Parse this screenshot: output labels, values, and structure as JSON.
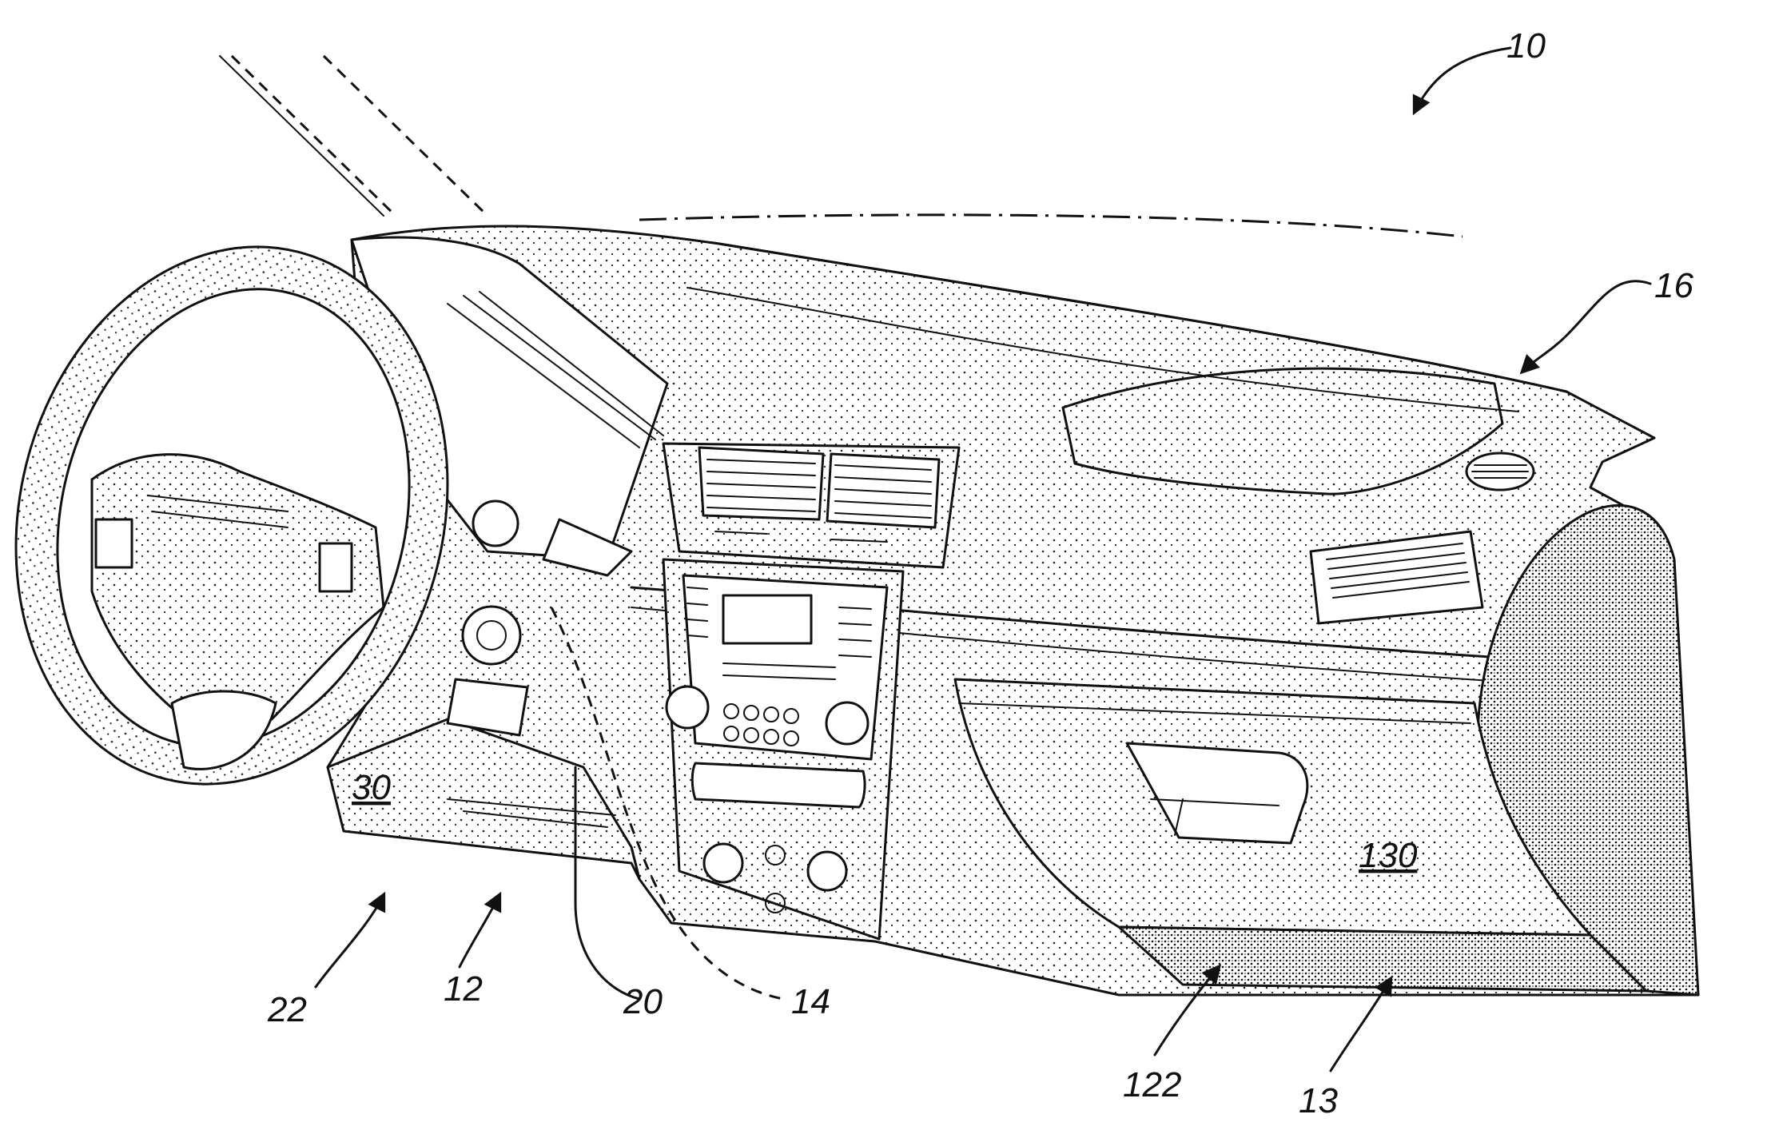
{
  "figure": {
    "reference_numerals": {
      "assembly": "10",
      "instrument_panel": "16",
      "panel_lower": "12",
      "panel_edge": "22",
      "driver_panel": "30",
      "bracket": "20",
      "hidden_member": "14",
      "glove_box_door": "130",
      "glove_box_edge": "122",
      "substrate": "13"
    }
  }
}
